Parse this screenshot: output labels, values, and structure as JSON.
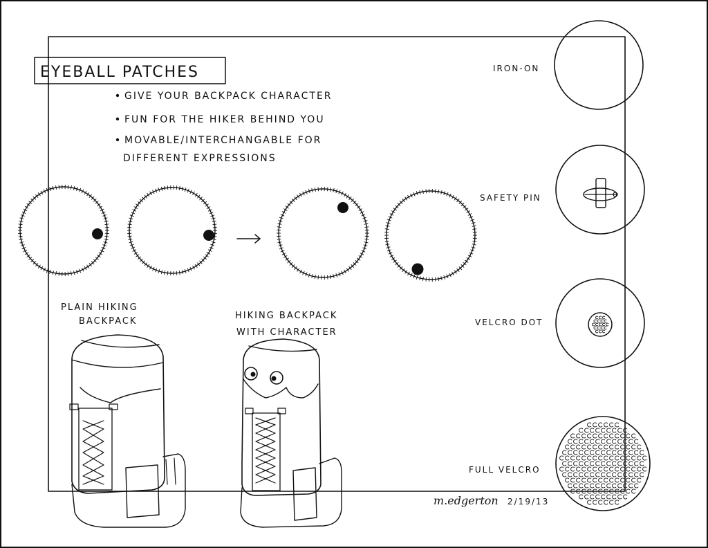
{
  "title": "EYEBALL PATCHES",
  "bullets": [
    "GIVE YOUR BACKPACK CHARACTER",
    "FUN FOR THE HIKER BEHIND YOU",
    "MOVABLE/INTERCHANGABLE FOR",
    "DIFFERENT EXPRESSIONS"
  ],
  "arrow": "→",
  "backpack_labels": {
    "plain_line1": "PLAIN HIKING",
    "plain_line2": "BACKPACK",
    "character_line1": "HIKING BACKPACK",
    "character_line2": "WITH CHARACTER"
  },
  "attachment_options": [
    {
      "label": "IRON-ON",
      "icon": "plain-circle"
    },
    {
      "label": "SAFETY PIN",
      "icon": "safety-pin"
    },
    {
      "label": "VELCRO DOT",
      "icon": "velcro-dot"
    },
    {
      "label": "FULL VELCRO",
      "icon": "full-velcro"
    }
  ],
  "signature": "m.edgerton",
  "date": "2/19/13",
  "colors": {
    "ink": "#111111",
    "paper": "#ffffff"
  }
}
